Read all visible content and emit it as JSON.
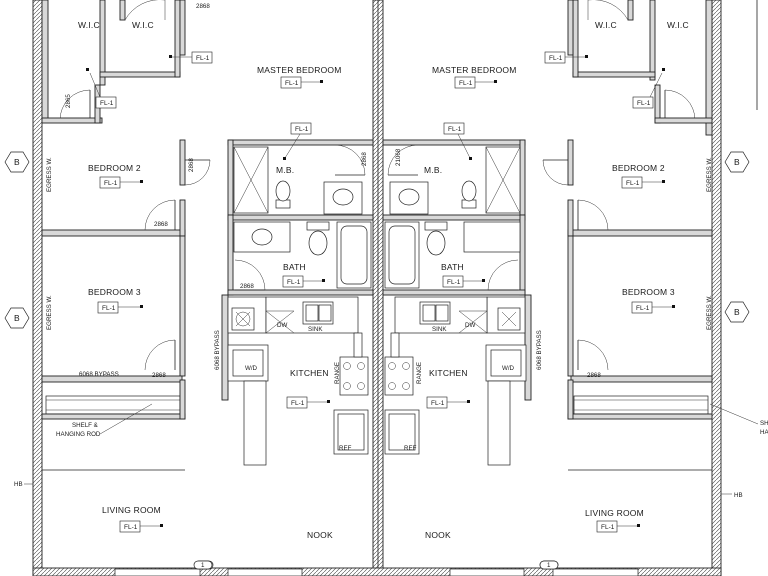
{
  "rooms": {
    "left": {
      "wic_a": "W.I.C",
      "wic_b": "W.I.C",
      "master_bedroom": "MASTER BEDROOM",
      "bedroom2": "BEDROOM 2",
      "bedroom3": "BEDROOM 3",
      "mb": "M.B.",
      "bath": "BATH",
      "kitchen": "KITCHEN",
      "living_room": "LIVING ROOM",
      "nook": "NOOK"
    },
    "right": {
      "wic_a": "W.I.C",
      "wic_b": "W.I.C",
      "master_bedroom": "MASTER BEDROOM",
      "bedroom2": "BEDROOM 2",
      "bedroom3": "BEDROOM 3",
      "mb": "M.B.",
      "bath": "BATH",
      "kitchen": "KITCHEN",
      "living_room": "LIVING ROOM",
      "nook": "NOOK"
    }
  },
  "tags": {
    "floor": "FL-1",
    "section_marker": "B",
    "page_marker": "1"
  },
  "annotations": {
    "door_2868": "2868",
    "door_2865": "2865",
    "door_21068": "21068",
    "bypass_6068": "6068 BYPASS",
    "egress": "EGRESS W.",
    "shelf_line1": "SHELF &",
    "shelf_line2": "HANGING ROD",
    "shelf_partial1": "SH",
    "shelf_partial2": "HA",
    "hb": "HB",
    "sink": "SINK",
    "dw": "DW",
    "range": "RANGE",
    "ref": "REF",
    "wd": "W/D"
  }
}
